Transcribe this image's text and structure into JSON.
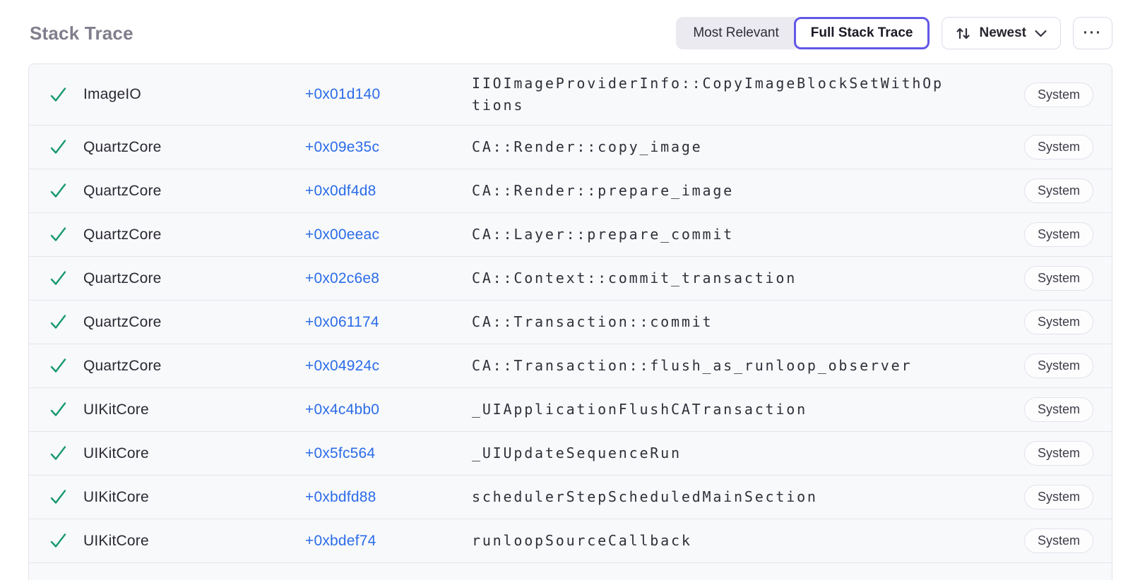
{
  "header": {
    "title": "Stack Trace",
    "view_toggle": {
      "options": [
        {
          "label": "Most Relevant",
          "selected": false
        },
        {
          "label": "Full Stack Trace",
          "selected": true
        }
      ]
    },
    "sort_button": {
      "label": "Newest"
    },
    "more_button": {
      "label": "···"
    }
  },
  "colors": {
    "accent_purple": "#6257e6",
    "link_blue": "#2b6ce8",
    "check_green": "#18986f",
    "row_background": "#f8f9fb",
    "border": "#e5e4ec",
    "title_gray": "#807e8c"
  },
  "stack_trace": {
    "frames": [
      {
        "library": "ImageIO",
        "offset": "+0x01d140",
        "function": "IIOImageProviderInfo::CopyImageBlockSetWithOptions",
        "badge": "System"
      },
      {
        "library": "QuartzCore",
        "offset": "+0x09e35c",
        "function": "CA::Render::copy_image",
        "badge": "System"
      },
      {
        "library": "QuartzCore",
        "offset": "+0x0df4d8",
        "function": "CA::Render::prepare_image",
        "badge": "System"
      },
      {
        "library": "QuartzCore",
        "offset": "+0x00eeac",
        "function": "CA::Layer::prepare_commit",
        "badge": "System"
      },
      {
        "library": "QuartzCore",
        "offset": "+0x02c6e8",
        "function": "CA::Context::commit_transaction",
        "badge": "System"
      },
      {
        "library": "QuartzCore",
        "offset": "+0x061174",
        "function": "CA::Transaction::commit",
        "badge": "System"
      },
      {
        "library": "QuartzCore",
        "offset": "+0x04924c",
        "function": "CA::Transaction::flush_as_runloop_observer",
        "badge": "System"
      },
      {
        "library": "UIKitCore",
        "offset": "+0x4c4bb0",
        "function": "_UIApplicationFlushCATransaction",
        "badge": "System"
      },
      {
        "library": "UIKitCore",
        "offset": "+0x5fc564",
        "function": "_UIUpdateSequenceRun",
        "badge": "System"
      },
      {
        "library": "UIKitCore",
        "offset": "+0xbdfd88",
        "function": "schedulerStepScheduledMainSection",
        "badge": "System"
      },
      {
        "library": "UIKitCore",
        "offset": "+0xbdef74",
        "function": "runloopSourceCallback",
        "badge": "System"
      }
    ]
  }
}
